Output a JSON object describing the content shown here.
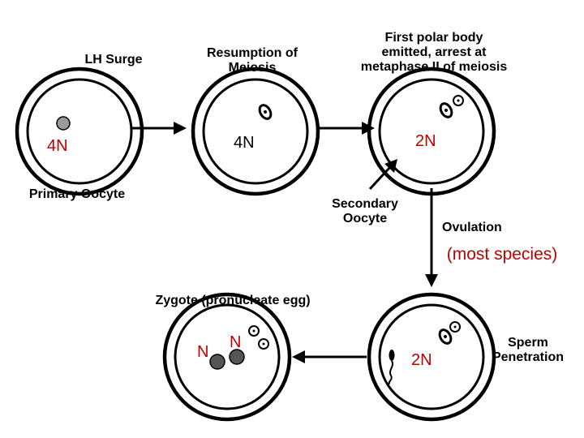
{
  "labels": {
    "lh_surge": "LH Surge",
    "resumption_1": "Resumption of",
    "resumption_2": "Meiosis",
    "first_polar_1": "First polar body",
    "first_polar_2": "emitted, arrest at",
    "first_polar_3": "metaphase II of meiosis",
    "primary_oocyte": "Primary Oocyte",
    "secondary_1": "Secondary",
    "secondary_2": "Oocyte",
    "ovulation": "Ovulation",
    "most_species": "(most species)",
    "zygote": "Zygote (pronucleate egg)",
    "sperm_1": "Sperm",
    "sperm_2": "Penetration"
  },
  "ploidy": {
    "primary": "4N",
    "resumed": "4N",
    "secondary": "2N",
    "fertilized": "2N",
    "pronucleus_a": "N",
    "pronucleus_b": "N"
  },
  "colors": {
    "line": "#000000",
    "nucleus": "#9a9a9a",
    "pronucleus": "#555555",
    "accent_red": "#c00000"
  }
}
